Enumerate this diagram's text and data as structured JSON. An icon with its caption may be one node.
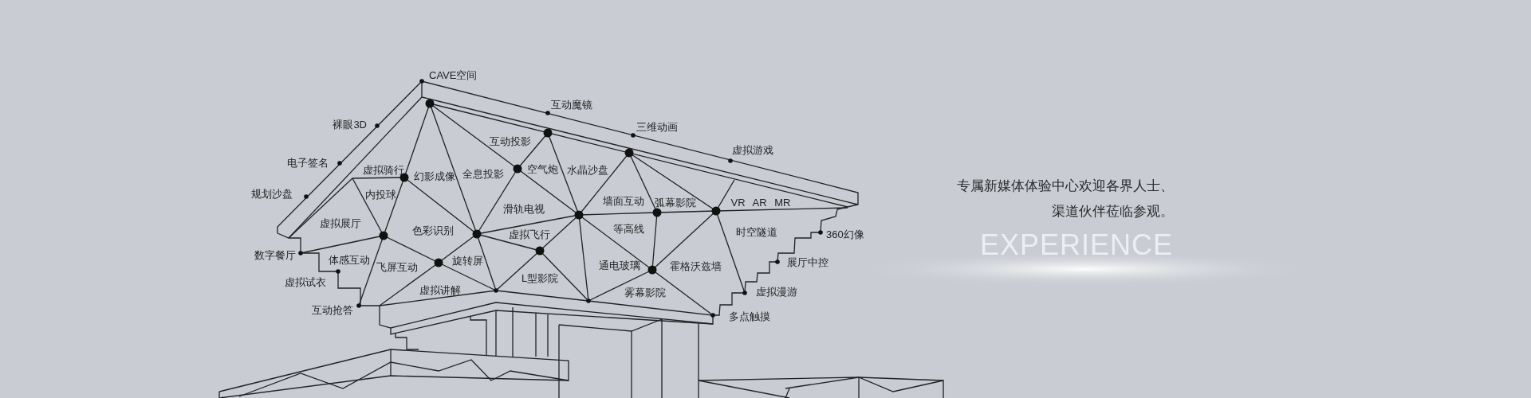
{
  "diagram": {
    "labels": [
      "CAVE空间",
      "互动魔镜",
      "裸眼3D",
      "三维动画",
      "互动投影",
      "虚拟游戏",
      "电子签名",
      "虚拟骑行",
      "幻影成像",
      "全息投影",
      "空气炮",
      "水晶沙盘",
      "专属新媒体体验中心欢迎各界人士、",
      "规划沙盘",
      "内投球",
      "墙面互动",
      "弧幕影院",
      "VR AR MR",
      "滑轨电视",
      "渠道伙伴莅临参观。",
      "虚拟展厅",
      "色彩识别",
      "虚拟飞行",
      "等高线",
      "时空隧道",
      "360幻像",
      "EXPERIENCE",
      "数字餐厅",
      "体感互动",
      "飞屏互动",
      "旋转屏",
      "通电玻璃",
      "霍格沃兹墙",
      "展厅中控",
      "虚拟试衣",
      "虚拟讲解",
      "L型影院",
      "雾幕影院",
      "虚拟漫游",
      "互动抢答",
      "多点触摸"
    ]
  }
}
